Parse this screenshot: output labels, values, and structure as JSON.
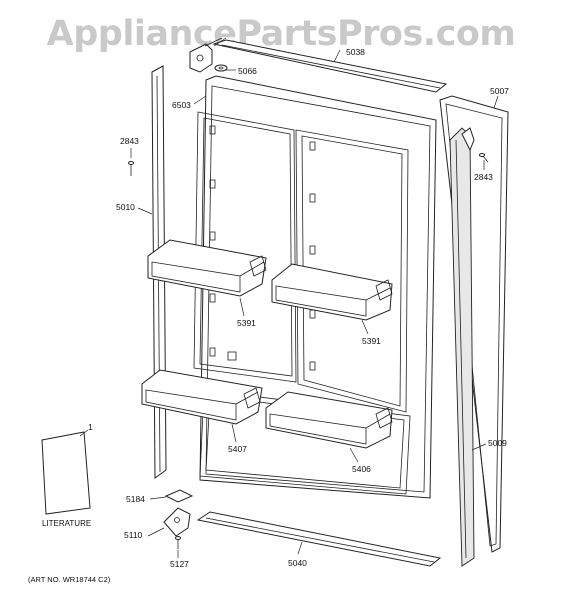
{
  "watermark": "AppliancePartsPros.com",
  "callouts": {
    "c6503": "6503",
    "c5038": "5038",
    "c5066": "5066",
    "c5007": "5007",
    "c2843a": "2843",
    "c2843b": "2843",
    "c5010": "5010",
    "c5391a": "5391",
    "c5391b": "5391",
    "c5407": "5407",
    "c5406": "5406",
    "c5009": "5009",
    "c1": "1",
    "c5184": "5184",
    "c5110": "5110",
    "c5127": "5127",
    "c5040": "5040"
  },
  "literature_label": "LITERATURE",
  "art_number": "(ART NO. WR18744 C2)"
}
